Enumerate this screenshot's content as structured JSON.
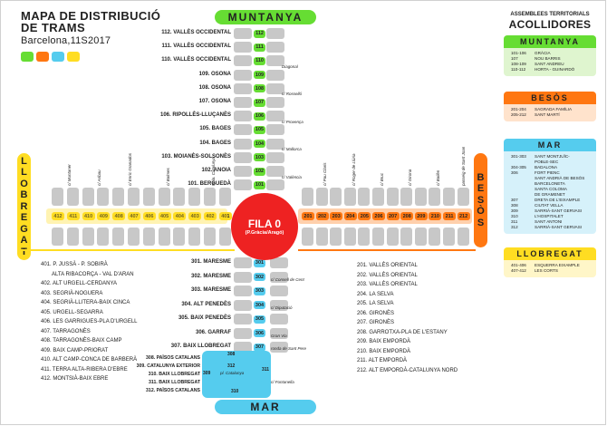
{
  "title": {
    "line1": "MAPA DE DISTRIBUCIÓ",
    "line2": "DE TRAMS"
  },
  "subtitle": "Barcelona,11S2017",
  "colors": {
    "muntanya": "#66dd33",
    "llobregat": "#ffdd22",
    "besos": "#ff7711",
    "mar": "#55ccee",
    "center": "#ee2222",
    "block": "#c8c8c8"
  },
  "banners": {
    "muntanya": "MUNTANYA",
    "mar": "MAR",
    "llobregat": "LLOBREGAT",
    "besos": "BESÒS"
  },
  "center": {
    "label": "FILA 0",
    "sub": "(P.Gràcia/Aragó)"
  },
  "muntanya": {
    "sections": [
      {
        "num": "112",
        "label": "112. VALLÈS OCCIDENTAL"
      },
      {
        "num": "111",
        "label": "111. VALLÈS OCCIDENTAL"
      },
      {
        "num": "110",
        "label": "110. VALLÈS OCCIDENTAL"
      },
      {
        "num": "109",
        "label": "109. OSONA"
      },
      {
        "num": "108",
        "label": "108. OSONA"
      },
      {
        "num": "107",
        "label": "107. OSONA"
      },
      {
        "num": "106",
        "label": "106. RIPOLLÈS-LLUÇANÈS"
      },
      {
        "num": "105",
        "label": "105. BAGES"
      },
      {
        "num": "104",
        "label": "104. BAGES"
      },
      {
        "num": "103",
        "label": "103. MOIANÈS-SOLSONÈS"
      },
      {
        "num": "102",
        "label": "102. ANOIA"
      },
      {
        "num": "101",
        "label": "101. BERGUEDÀ"
      }
    ],
    "streets": [
      "Diagonal",
      "c/ Rosselló",
      "c/ Provença",
      "c/ Mallorca",
      "c/ València"
    ]
  },
  "mar": {
    "sections": [
      {
        "num": "301",
        "label": "301. MARESME"
      },
      {
        "num": "302",
        "label": "302. MARESME"
      },
      {
        "num": "303",
        "label": "303. MARESME"
      },
      {
        "num": "304",
        "label": "304. ALT PENEDÈS"
      },
      {
        "num": "305",
        "label": "305. BAIX PENEDÈS"
      },
      {
        "num": "306",
        "label": "306. GARRAF"
      },
      {
        "num": "307",
        "label": "307. BAIX LLOBREGAT"
      }
    ],
    "streets": [
      "c/ Consell de Cent",
      "c/ Diputació",
      "Gran Via",
      "ronda de Sant Pere",
      "c/ Fontanella"
    ],
    "plaza": {
      "num_308": "308",
      "num_309": "309",
      "num_310": "310",
      "num_311": "311",
      "num_312": "312",
      "pl": "pl. Catalunya"
    },
    "plaza_list": [
      "308. PAÏSOS CATALANS",
      "309. CATALUNYA EXTERIOR",
      "310. BAIX LLOBREGAT",
      "311. BAIX LLOBREGAT",
      "312. PAÏSOS CATALANS"
    ]
  },
  "llobregat": {
    "nums": [
      "412",
      "411",
      "410",
      "409",
      "408",
      "407",
      "406",
      "405",
      "404",
      "403",
      "402",
      "401"
    ],
    "streets": [
      "c/ Muntaner",
      "c/ Aribau",
      "c/ Enric Granados",
      "c/ Balmes",
      "Rbla. Catalunya"
    ],
    "list": [
      "401. P. JUSSÀ - P. SOBIRÀ",
      "ALTA RIBACORÇA - VAL D'ARAN",
      "402. ALT URGELL-CERDANYA",
      "403. SEGRIÀ-NOGUERA",
      "404. SEGRIÀ-LLITERA-BAIX CINCA",
      "405. URGELL-SEGARRA",
      "406. LES GARRIGUES-PLA D'URGELL",
      "407. TARRAGONÈS",
      "408. TARRAGONÈS-BAIX CAMP",
      "409. BAIX CAMP-PRIORAT",
      "410. ALT CAMP-CONCA DE BARBERÀ",
      "411. TERRA ALTA-RIBERA D'EBRE",
      "412. MONTSIÀ-BAIX EBRE"
    ]
  },
  "besos": {
    "nums": [
      "201",
      "202",
      "203",
      "204",
      "205",
      "206",
      "207",
      "208",
      "209",
      "210",
      "211",
      "212"
    ],
    "streets": [
      "c/ Pau Claris",
      "c/ Roger de Llúria",
      "c/ Bruc",
      "c/ Girona",
      "c/ Bailèn",
      "passeig de Sant Joan"
    ],
    "list": [
      "201. VALLÈS ORIENTAL",
      "202. VALLÈS ORIENTAL",
      "203. VALLÈS ORIENTAL",
      "204. LA SELVA",
      "205. LA SELVA",
      "206. GIRONÈS",
      "207. GIRONÈS",
      "208. GARROTXA-PLA DE L'ESTANY",
      "209. BAIX EMPORDÀ",
      "210. BAIX EMPORDÀ",
      "211. ALT EMPORDÀ",
      "212. ALT EMPORDÀ-CATALUNYA NORD"
    ]
  },
  "legend": {
    "header1": "ASSEMBLEES TERRITORIALS",
    "header2": "ACOLLIDORES",
    "groups": [
      {
        "name": "MUNTANYA",
        "rows": [
          [
            "101-106",
            "GRÀCIA"
          ],
          [
            "107",
            "NOU BARRIS"
          ],
          [
            "108-109",
            "SANT ANDREU"
          ],
          [
            "110-112",
            "HORTA - GUINARDÓ"
          ]
        ]
      },
      {
        "name": "BESÒS",
        "rows": [
          [
            "201-204",
            "SAGRADA FAMÍLIA"
          ],
          [
            "205-212",
            "SANT MARTÍ"
          ]
        ]
      },
      {
        "name": "MAR",
        "rows": [
          [
            "301-303",
            "SANT MONTJUÏC-"
          ],
          [
            "",
            "POBLE-SEC"
          ],
          [
            "304-305",
            "BADALONA"
          ],
          [
            "306",
            "FORT PIENC"
          ],
          [
            "",
            "SANT ANDRIÀ DE BESÒS"
          ],
          [
            "",
            "BARCELONETA"
          ],
          [
            "",
            "SANTA COLOMA"
          ],
          [
            "",
            "DE GRAMENET"
          ],
          [
            "307",
            "DRETA DE L'EIXAMPLE"
          ],
          [
            "308",
            "CIUTAT VELLA"
          ],
          [
            "309",
            "SARRIÀ-SANT GERVASI"
          ],
          [
            "310",
            "L'HOSPITALET"
          ],
          [
            "311",
            "SANT ANTONI"
          ],
          [
            "312",
            "SARRIÀ-SANT GERVASI"
          ]
        ]
      },
      {
        "name": "LLOBREGAT",
        "rows": [
          [
            "401-406",
            "ESQUERRA EIXAMPLE"
          ],
          [
            "407-412",
            "LES CORTS"
          ]
        ]
      }
    ]
  }
}
